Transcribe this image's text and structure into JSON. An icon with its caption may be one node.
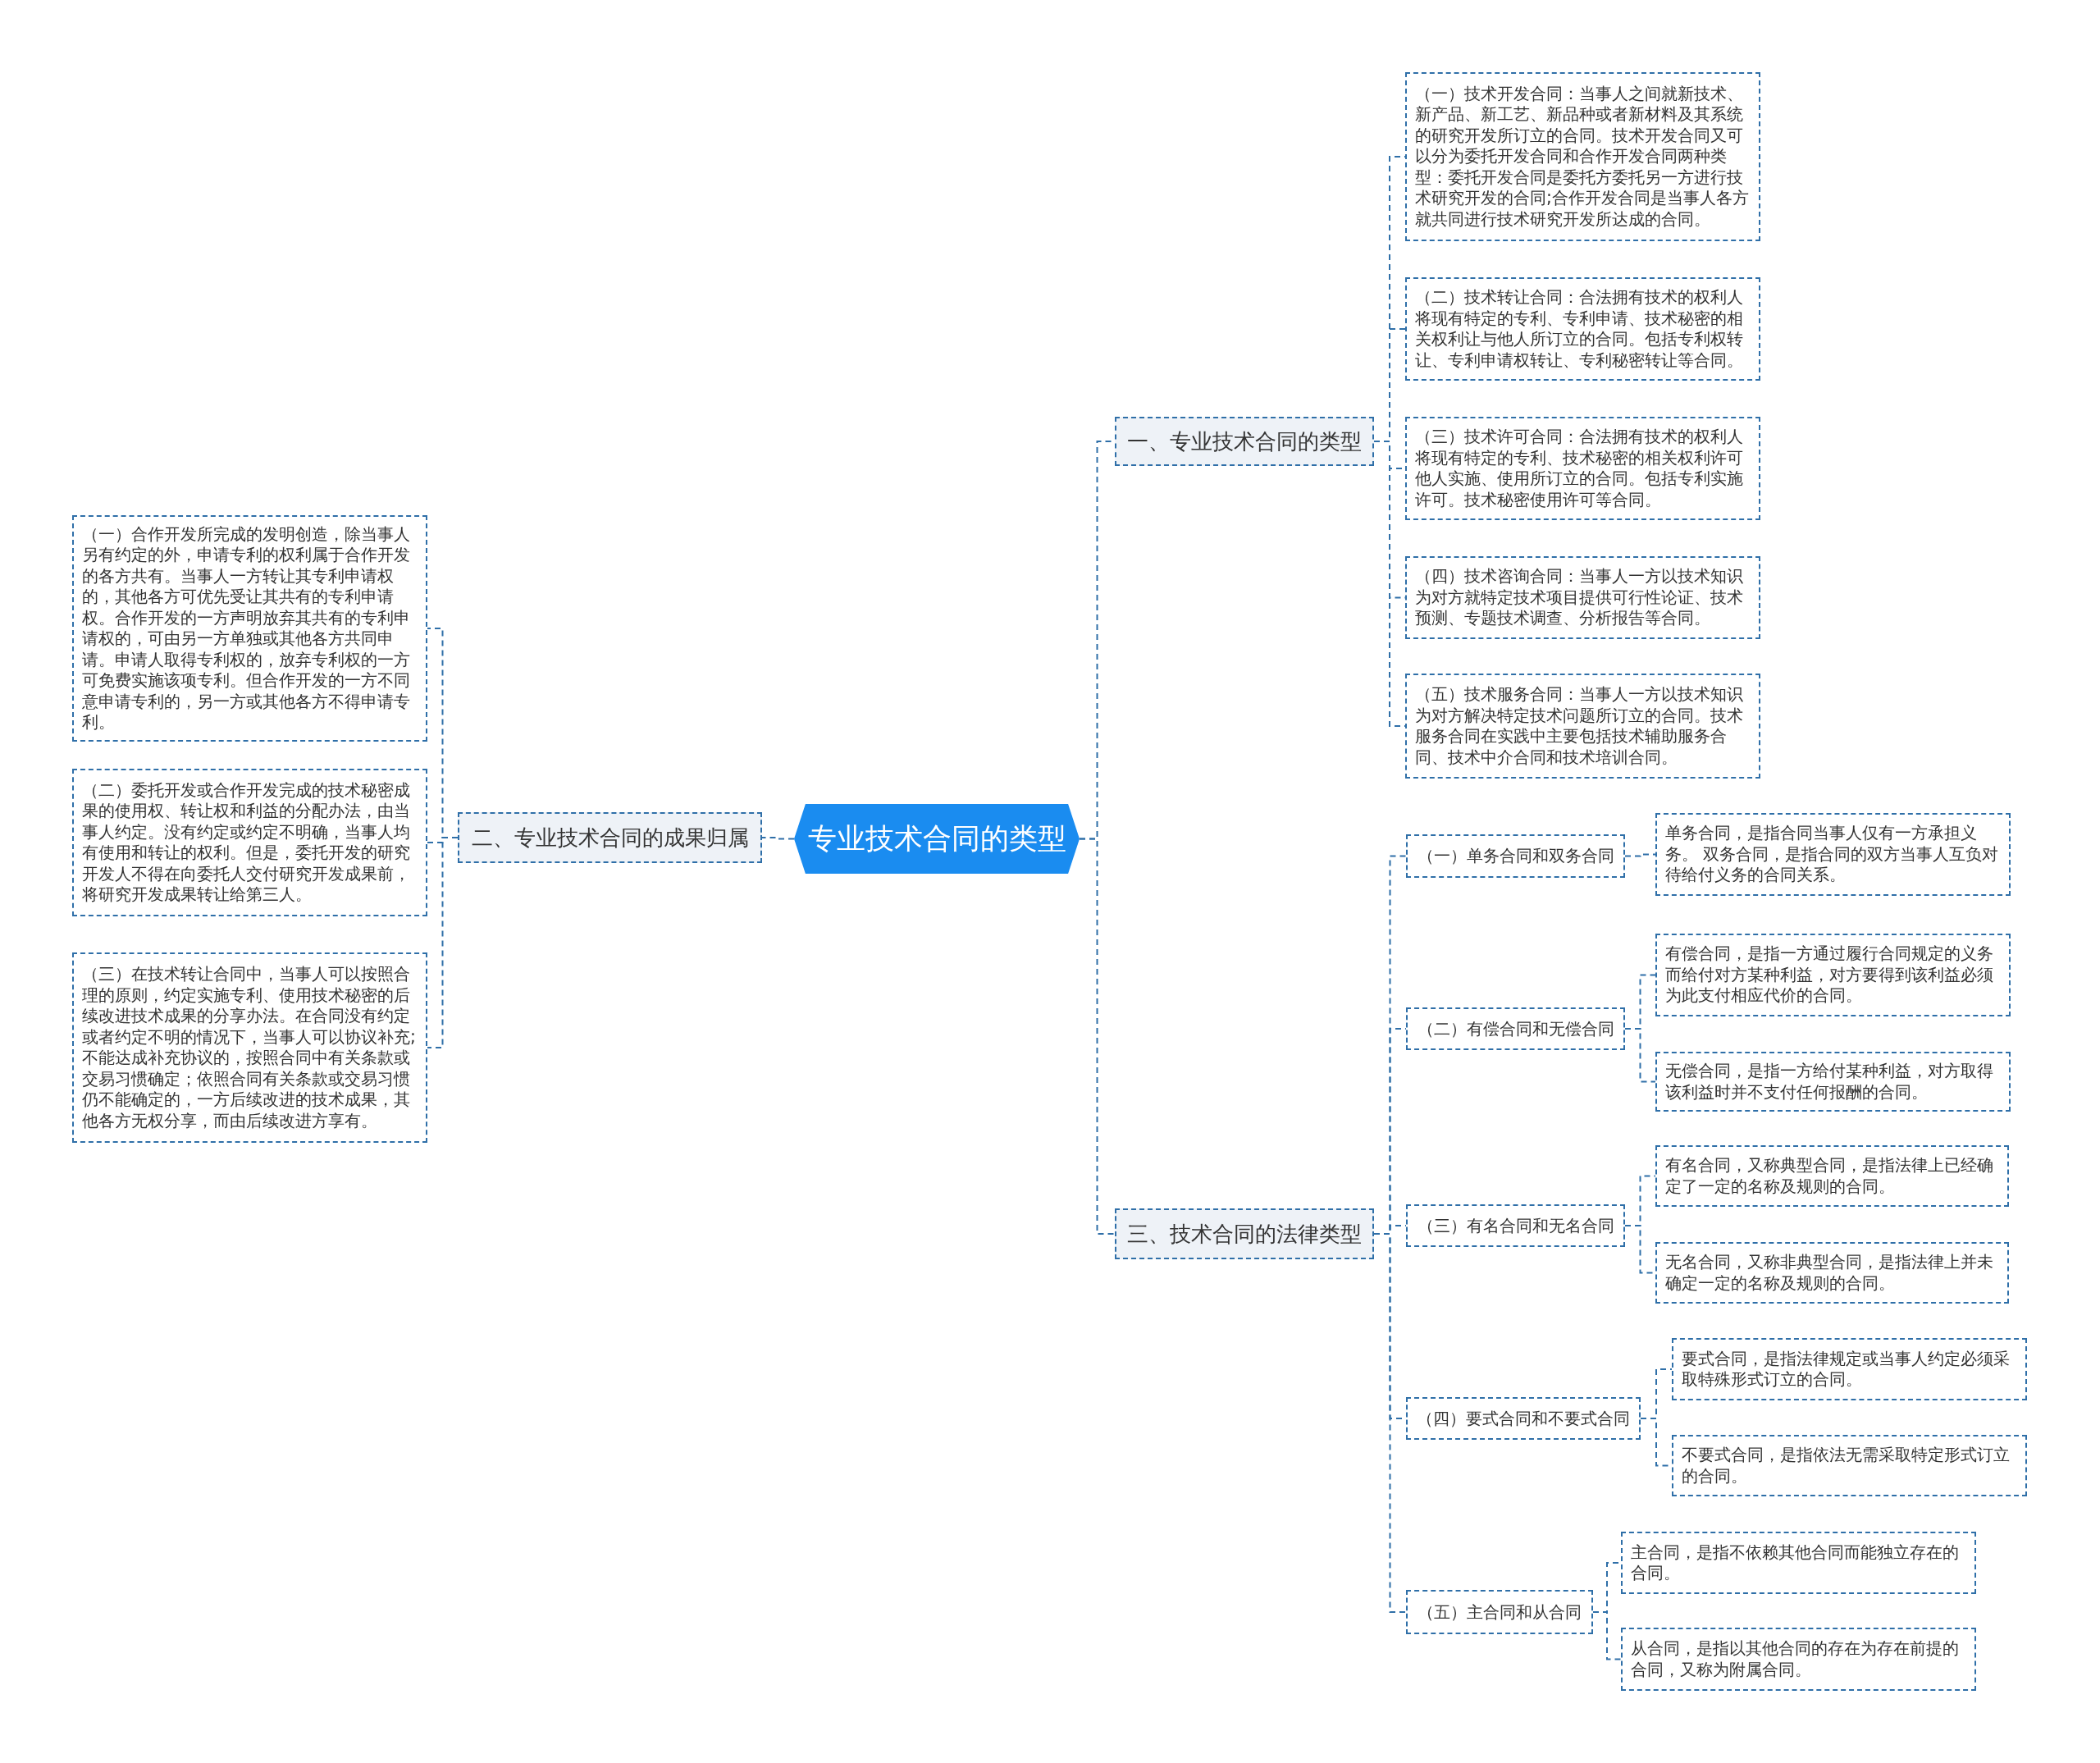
{
  "diagram": {
    "nodes": [
      {
        "text": [
          "专业技术合同的类型"
        ]
      },
      {
        "text": [
          "一、专业技术合同的类型"
        ]
      },
      {
        "text": [
          "（一）技术开发合同：当事人之间就新技术、新产品、新工艺、新品种或者新材料及其系统的研究开发所订立的合同。技术开发合同又可以分为委托开发合同和合作开发合同两种类型：委托开发合同是委托方委托另一方进行技术研究开发的合同;合作开发合同是当事人各方就共同进行技术研究开发所达成的合同。"
        ]
      },
      {
        "text": [
          "（二）技术转让合同：合法拥有技术的权利人将现有特定的专利、专利申请、技术秘密的相关权利让与他人所订立的合同。包括专利权转让、专利申请权转让、专利秘密转让等合同。"
        ]
      },
      {
        "text": [
          "（三）技术许可合同：合法拥有技术的权利人将现有特定的专利、技术秘密的相关权利许可他人实施、使用所订立的合同。包括专利实施许可。技术秘密使用许可等合同。"
        ]
      },
      {
        "text": [
          "（四）技术咨询合同：当事人一方以技术知识为对方就特定技术项目提供可行性论证、技术预测、专题技术调查、分析报告等合同。"
        ]
      },
      {
        "text": [
          "（五）技术服务合同：当事人一方以技术知识为对方解决特定技术问题所订立的合同。技术服务合同在实践中主要包括技术辅助服务合同、技术中介合同和技术培训合同。"
        ]
      },
      {
        "text": [
          "二、专业技术合同的成果归属"
        ]
      },
      {
        "text": [
          "（一）合作开发所完成的发明创造，除当事人另有约定的外，申请专利的权利属于合作开发的各方共有。当事人一方转让其专利申请权的，其他各方可优先受让其共有的专利申请权。合作开发的一方声明放弃其共有的专利申请权的，可由另一方单独或其他各方共同申请。申请人取得专利权的，放弃专利权的一方可免费实施该项专利。但合作开发的一方不同意申请专利的，另一方或其他各方不得申请专利。"
        ]
      },
      {
        "text": [
          "（二）委托开发或合作开发完成的技术秘密成果的使用权、转让权和利益的分配办法，由当事人约定。没有约定或约定不明确，当事人均有使用和转让的权利。但是，委托开发的研究开发人不得在向委托人交付研究开发成果前，将研究开发成果转让给第三人。"
        ]
      },
      {
        "text": [
          "（三）在技术转让合同中，当事人可以按照合理的原则，约定实施专利、使用技术秘密的后续改进技术成果的分享办法。在合同没有约定或者约定不明的情况下，当事人可以协议补充;不能达成补充协议的，按照合同中有关条款或交易习惯确定；依照合同有关条款或交易习惯仍不能确定的，一方后续改进的技术成果，其他各方无权分享，而由后续改进方享有。"
        ]
      },
      {
        "text": [
          "三、技术合同的法律类型"
        ]
      },
      {
        "text": [
          "（一）单务合同和双务合同"
        ]
      },
      {
        "text": [
          "单务合同，是指合同当事人仅有一方承担义务。 双务合同，是指合同的双方当事人互负对待给付义务的合同关系。"
        ]
      },
      {
        "text": [
          "（二）有偿合同和无偿合同"
        ]
      },
      {
        "text": [
          "有偿合同，是指一方通过履行合同规定的义务而给付对方某种利益，对方要得到该利益必须为此支付相应代价的合同。"
        ]
      },
      {
        "text": [
          "无偿合同，是指一方给付某种利益，对方取得该利益时并不支付任何报酬的合同。"
        ]
      },
      {
        "text": [
          "（三）有名合同和无名合同"
        ]
      },
      {
        "text": [
          "有名合同，又称典型合同，是指法律上已经确定了一定的名称及规则的合同。"
        ]
      },
      {
        "text": [
          "无名合同，又称非典型合同，是指法律上并未确定一定的名称及规则的合同。"
        ]
      },
      {
        "text": [
          "（四）要式合同和不要式合同"
        ]
      },
      {
        "text": [
          "要式合同，是指法律规定或当事人约定必须采取特殊形式订立的合同。"
        ]
      },
      {
        "text": [
          "不要式合同，是指依法无需采取特定形式订立的合同。"
        ]
      },
      {
        "text": [
          "（五）主合同和从合同"
        ]
      },
      {
        "text": [
          "主合同，是指不依赖其他合同而能独立存在的合同。"
        ]
      },
      {
        "text": [
          "从合同，是指以其他合同的存在为存在前提的合同，又称为附属合同。"
        ]
      }
    ],
    "edges": [
      {
        "from": 0,
        "to": 1,
        "arrow": "none"
      },
      {
        "from": 0,
        "to": 7,
        "arrow": "none"
      },
      {
        "from": 0,
        "to": 11,
        "arrow": "none"
      },
      {
        "from": 1,
        "to": 2,
        "arrow": "none"
      },
      {
        "from": 1,
        "to": 3,
        "arrow": "none"
      },
      {
        "from": 1,
        "to": 4,
        "arrow": "none"
      },
      {
        "from": 1,
        "to": 5,
        "arrow": "none"
      },
      {
        "from": 1,
        "to": 6,
        "arrow": "none"
      },
      {
        "from": 7,
        "to": 8,
        "arrow": "none"
      },
      {
        "from": 7,
        "to": 9,
        "arrow": "none"
      },
      {
        "from": 7,
        "to": 10,
        "arrow": "none"
      },
      {
        "from": 11,
        "to": 12,
        "arrow": "none"
      },
      {
        "from": 11,
        "to": 14,
        "arrow": "none"
      },
      {
        "from": 11,
        "to": 17,
        "arrow": "none"
      },
      {
        "from": 11,
        "to": 20,
        "arrow": "none"
      },
      {
        "from": 11,
        "to": 23,
        "arrow": "none"
      },
      {
        "from": 12,
        "to": 13,
        "arrow": "none"
      },
      {
        "from": 14,
        "to": 15,
        "arrow": "none"
      },
      {
        "from": 14,
        "to": 16,
        "arrow": "none"
      },
      {
        "from": 17,
        "to": 18,
        "arrow": "none"
      },
      {
        "from": 17,
        "to": 19,
        "arrow": "none"
      },
      {
        "from": 20,
        "to": 21,
        "arrow": "none"
      },
      {
        "from": 20,
        "to": 22,
        "arrow": "none"
      },
      {
        "from": 23,
        "to": 24,
        "arrow": "none"
      },
      {
        "from": 23,
        "to": 25,
        "arrow": "none"
      }
    ]
  }
}
